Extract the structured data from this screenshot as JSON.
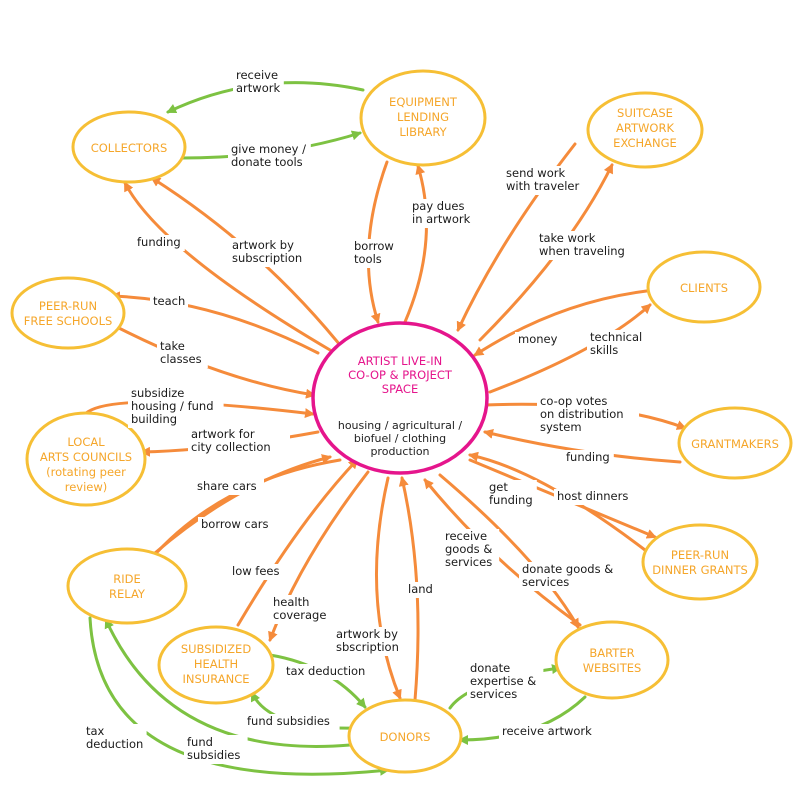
{
  "colors": {
    "node_stroke": "#f6bf35",
    "node_text": "#f5a62a",
    "center_stroke": "#e5158c",
    "center_text": "#e5158c",
    "arrow_orange": "#f58b3b",
    "arrow_green": "#7dc242"
  },
  "center": {
    "title": [
      "ARTIST LIVE-IN",
      "CO-OP & PROJECT",
      "SPACE"
    ],
    "body": [
      "housing / agricultural /",
      "biofuel / clothing",
      "production"
    ]
  },
  "nodes": [
    {
      "id": "collectors",
      "lines": [
        "COLLECTORS"
      ]
    },
    {
      "id": "equipment-lending-library",
      "lines": [
        "EQUIPMENT",
        "LENDING",
        "LIBRARY"
      ]
    },
    {
      "id": "suitcase-artwork-exchange",
      "lines": [
        "SUITCASE",
        "ARTWORK",
        "EXCHANGE"
      ]
    },
    {
      "id": "clients",
      "lines": [
        "CLIENTS"
      ]
    },
    {
      "id": "peer-run-free-schools",
      "lines": [
        "PEER-RUN",
        "FREE SCHOOLS"
      ]
    },
    {
      "id": "local-arts-councils",
      "lines": [
        "LOCAL",
        "ARTS COUNCILS",
        "(rotating peer",
        "review)"
      ]
    },
    {
      "id": "grantmakers",
      "lines": [
        "GRANTMAKERS"
      ]
    },
    {
      "id": "peer-run-dinner-grants",
      "lines": [
        "PEER-RUN",
        "DINNER GRANTS"
      ]
    },
    {
      "id": "ride-relay",
      "lines": [
        "RIDE",
        "RELAY"
      ]
    },
    {
      "id": "subsidized-health-insurance",
      "lines": [
        "SUBSIDIZED",
        "HEALTH",
        "INSURANCE"
      ]
    },
    {
      "id": "barter-websites",
      "lines": [
        "BARTER",
        "WEBSITES"
      ]
    },
    {
      "id": "donors",
      "lines": [
        "DONORS"
      ]
    }
  ],
  "edges": [
    {
      "from": "equipment-lending-library",
      "to": "collectors",
      "lines": [
        "receive",
        "artwork"
      ]
    },
    {
      "from": "collectors",
      "to": "equipment-lending-library",
      "lines": [
        "give money /",
        "donate tools"
      ]
    },
    {
      "from": "center",
      "to": "collectors",
      "lines": [
        "funding"
      ]
    },
    {
      "from": "collectors",
      "to": "center",
      "lines": [
        "artwork by",
        "subscription"
      ]
    },
    {
      "from": "equipment-lending-library",
      "to": "center",
      "lines": [
        "borrow",
        "tools"
      ]
    },
    {
      "from": "center",
      "to": "equipment-lending-library",
      "lines": [
        "pay dues",
        "in artwork"
      ]
    },
    {
      "from": "suitcase-artwork-exchange",
      "to": "center",
      "lines": [
        "send work",
        "with traveler"
      ]
    },
    {
      "from": "center",
      "to": "suitcase-artwork-exchange",
      "lines": [
        "take work",
        "when traveling"
      ]
    },
    {
      "from": "clients",
      "to": "center",
      "lines": [
        "money"
      ]
    },
    {
      "from": "center",
      "to": "clients",
      "lines": [
        "technical",
        "skills"
      ]
    },
    {
      "from": "center",
      "to": "peer-run-free-schools",
      "lines": [
        "teach"
      ]
    },
    {
      "from": "peer-run-free-schools",
      "to": "center",
      "lines": [
        "take",
        "classes"
      ]
    },
    {
      "from": "local-arts-councils",
      "to": "center",
      "lines": [
        "subsidize",
        "housing / fund",
        "building"
      ]
    },
    {
      "from": "center",
      "to": "local-arts-councils",
      "lines": [
        "artwork for",
        "city collection"
      ]
    },
    {
      "from": "center",
      "to": "grantmakers",
      "lines": [
        "co-op votes",
        "on distribution",
        "system"
      ]
    },
    {
      "from": "grantmakers",
      "to": "center",
      "lines": [
        "funding"
      ]
    },
    {
      "from": "peer-run-dinner-grants",
      "to": "center",
      "lines": [
        "get",
        "funding"
      ]
    },
    {
      "from": "center",
      "to": "peer-run-dinner-grants",
      "lines": [
        "host dinners"
      ]
    },
    {
      "from": "ride-relay",
      "to": "center",
      "lines": [
        "share cars"
      ]
    },
    {
      "from": "center",
      "to": "ride-relay",
      "lines": [
        "borrow cars"
      ]
    },
    {
      "from": "subsidized-health-insurance",
      "to": "center",
      "lines": [
        "low fees"
      ]
    },
    {
      "from": "center",
      "to": "subsidized-health-insurance",
      "lines": [
        "health",
        "coverage"
      ]
    },
    {
      "from": "barter-websites",
      "to": "center",
      "lines": [
        "receive",
        "goods &",
        "services"
      ]
    },
    {
      "from": "center",
      "to": "barter-websites",
      "lines": [
        "donate goods &",
        "services"
      ]
    },
    {
      "from": "donors",
      "to": "center",
      "lines": [
        "land"
      ]
    },
    {
      "from": "center",
      "to": "donors",
      "lines": [
        "artwork by",
        "sbscription"
      ]
    },
    {
      "from": "subsidized-health-insurance",
      "to": "donors",
      "lines": [
        "tax deduction"
      ]
    },
    {
      "from": "donors",
      "to": "subsidized-health-insurance",
      "lines": [
        "fund subsidies"
      ]
    },
    {
      "from": "donors",
      "to": "barter-websites",
      "lines": [
        "donate",
        "expertise &",
        "services"
      ]
    },
    {
      "from": "barter-websites",
      "to": "donors",
      "lines": [
        "receive artwork"
      ]
    },
    {
      "from": "ride-relay",
      "to": "donors",
      "lines": [
        "tax",
        "deduction"
      ]
    },
    {
      "from": "donors",
      "to": "ride-relay",
      "lines": [
        "fund",
        "subsidies"
      ]
    }
  ]
}
